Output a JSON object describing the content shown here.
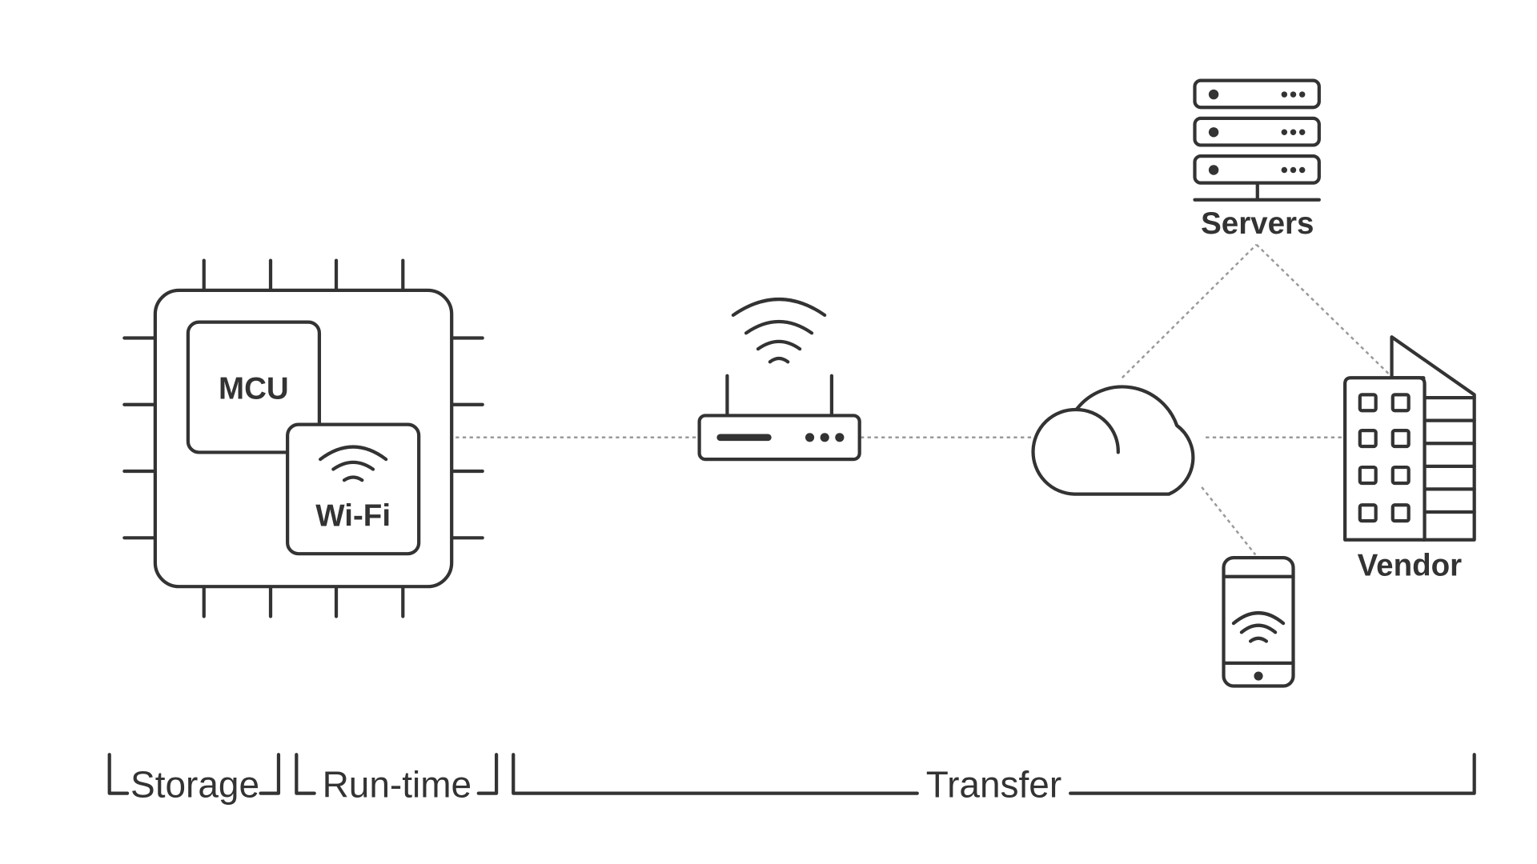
{
  "diagram": {
    "nodes": {
      "mcu": "MCU",
      "wifi": "Wi-Fi",
      "servers": "Servers",
      "vendor": "Vendor"
    },
    "icons": [
      "chip-icon",
      "wifi-icon",
      "router-icon",
      "cloud-icon",
      "server-rack-icon",
      "building-icon",
      "smartphone-icon"
    ],
    "connections": [
      {
        "from": "chip",
        "to": "router",
        "style": "dotted"
      },
      {
        "from": "router",
        "to": "cloud",
        "style": "dotted"
      },
      {
        "from": "cloud",
        "to": "servers",
        "style": "dotted"
      },
      {
        "from": "servers",
        "to": "vendor",
        "style": "dotted"
      },
      {
        "from": "cloud",
        "to": "vendor",
        "style": "dotted"
      },
      {
        "from": "cloud",
        "to": "smartphone",
        "style": "dotted"
      }
    ],
    "phases": {
      "storage": "Storage",
      "runtime": "Run-time",
      "transfer": "Transfer"
    },
    "colors": {
      "stroke": "#333333",
      "connector": "#9a9a9a",
      "background": "#ffffff"
    }
  }
}
